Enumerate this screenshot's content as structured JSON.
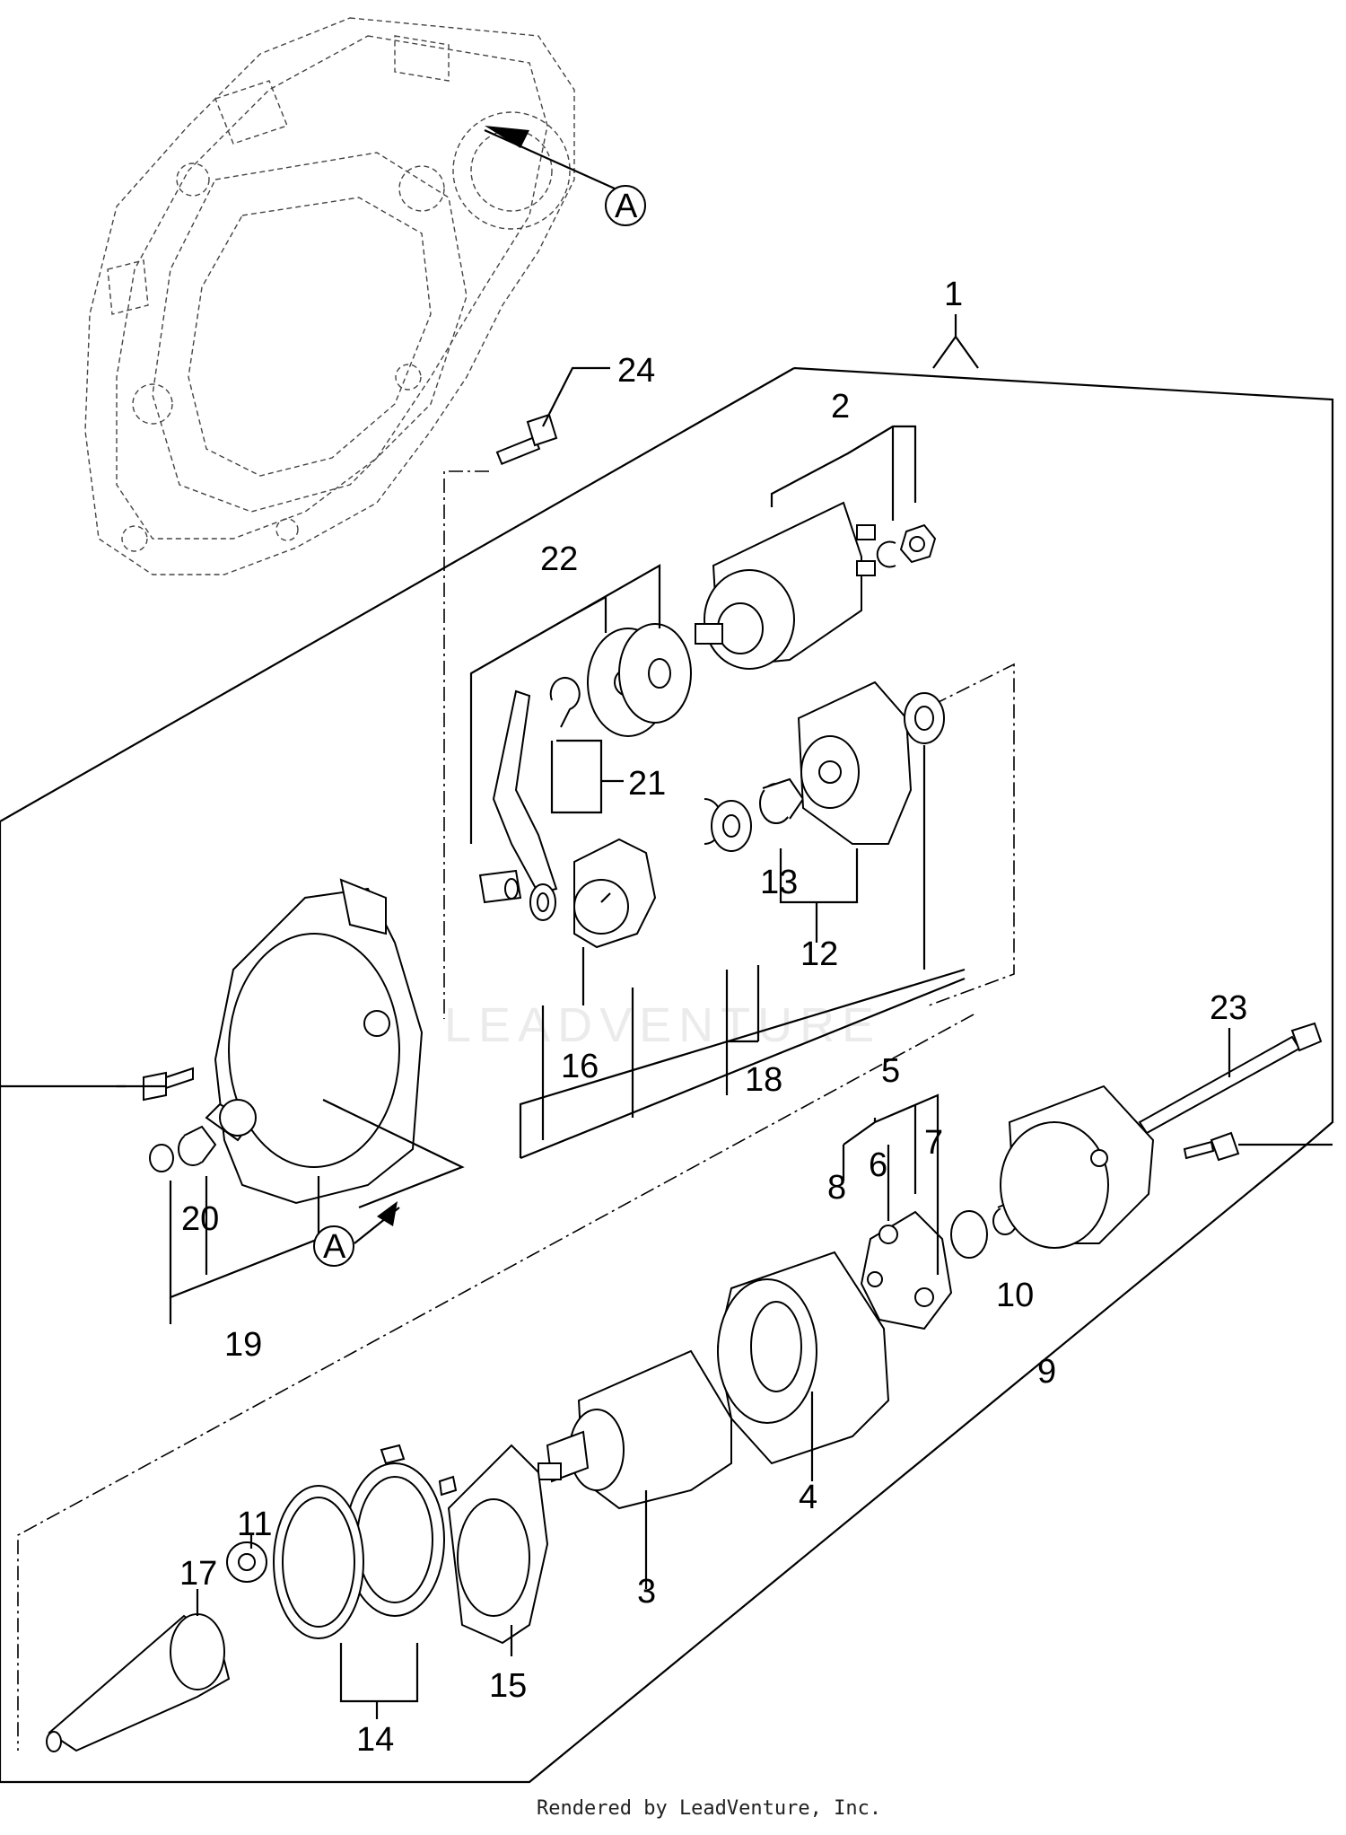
{
  "watermark": "LEADVENTURE",
  "footer": "Rendered by LeadVenture, Inc.",
  "callouts": [
    {
      "id": "A",
      "label": "A"
    },
    {
      "id": "A2",
      "label": "A"
    },
    {
      "id": "c1",
      "label": "1"
    },
    {
      "id": "c2",
      "label": "2"
    },
    {
      "id": "c3",
      "label": "3"
    },
    {
      "id": "c4",
      "label": "4"
    },
    {
      "id": "c5",
      "label": "5"
    },
    {
      "id": "c6",
      "label": "6"
    },
    {
      "id": "c7",
      "label": "7"
    },
    {
      "id": "c8",
      "label": "8"
    },
    {
      "id": "c9",
      "label": "9"
    },
    {
      "id": "c10",
      "label": "10"
    },
    {
      "id": "c11",
      "label": "11"
    },
    {
      "id": "c12",
      "label": "12"
    },
    {
      "id": "c13",
      "label": "13"
    },
    {
      "id": "c14",
      "label": "14"
    },
    {
      "id": "c15",
      "label": "15"
    },
    {
      "id": "c16",
      "label": "16"
    },
    {
      "id": "c17",
      "label": "17"
    },
    {
      "id": "c18",
      "label": "18"
    },
    {
      "id": "c19",
      "label": "19"
    },
    {
      "id": "c20",
      "label": "20"
    },
    {
      "id": "c21",
      "label": "21"
    },
    {
      "id": "c22",
      "label": "22"
    },
    {
      "id": "c23",
      "label": "23"
    },
    {
      "id": "c24",
      "label": "24"
    }
  ]
}
